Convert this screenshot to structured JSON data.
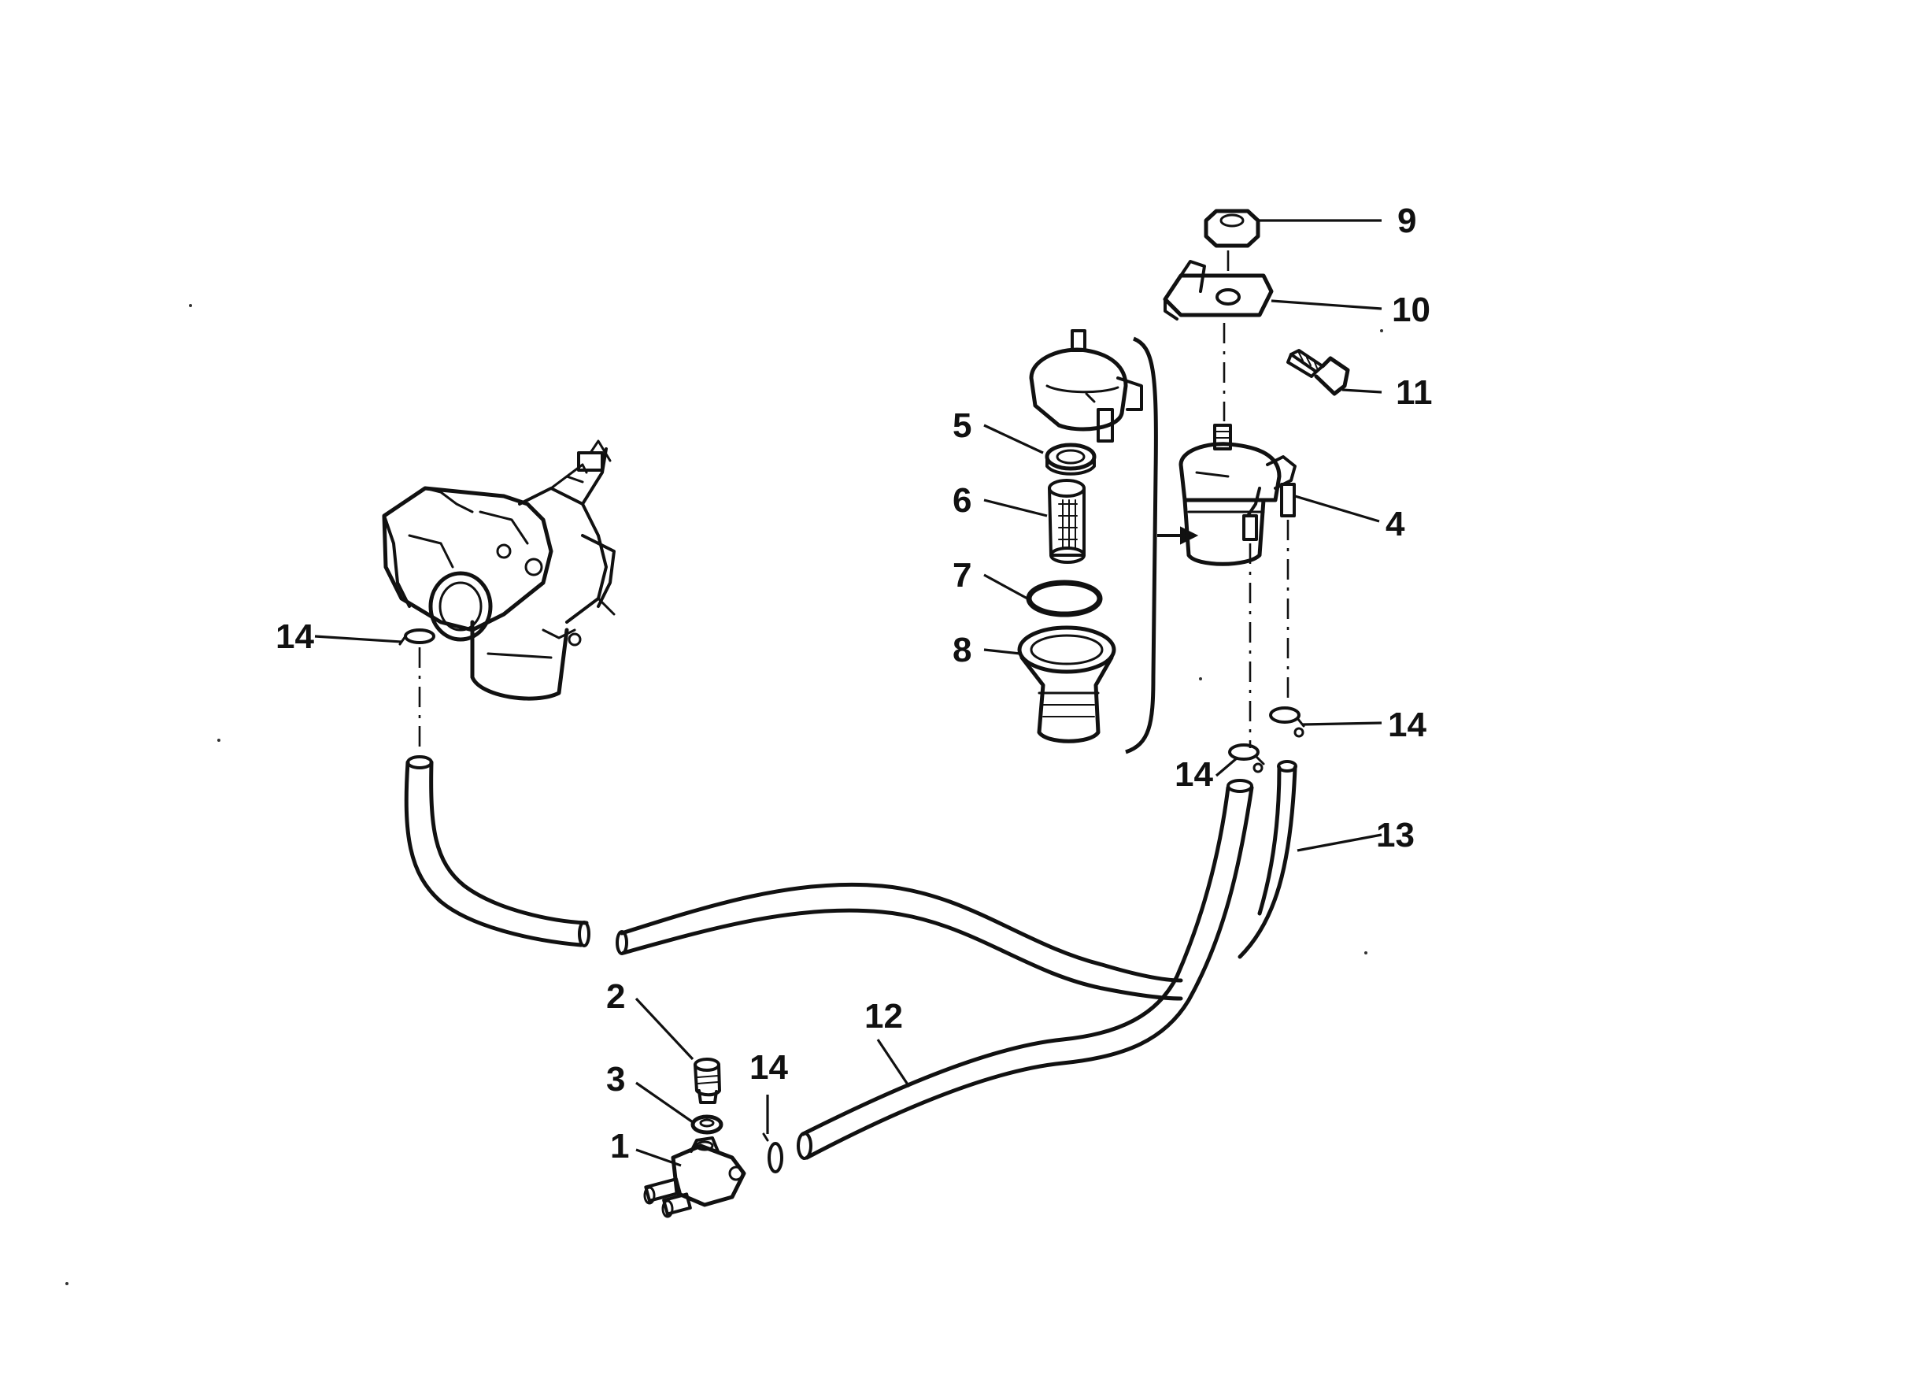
{
  "callouts": {
    "n1": "1",
    "n2": "2",
    "n3": "3",
    "n4": "4",
    "n5": "5",
    "n6": "6",
    "n7": "7",
    "n8": "8",
    "n9": "9",
    "n10": "10",
    "n11": "11",
    "n12": "12",
    "n13": "13",
    "n14a": "14",
    "n14b": "14",
    "n14c": "14",
    "n14d": "14"
  }
}
